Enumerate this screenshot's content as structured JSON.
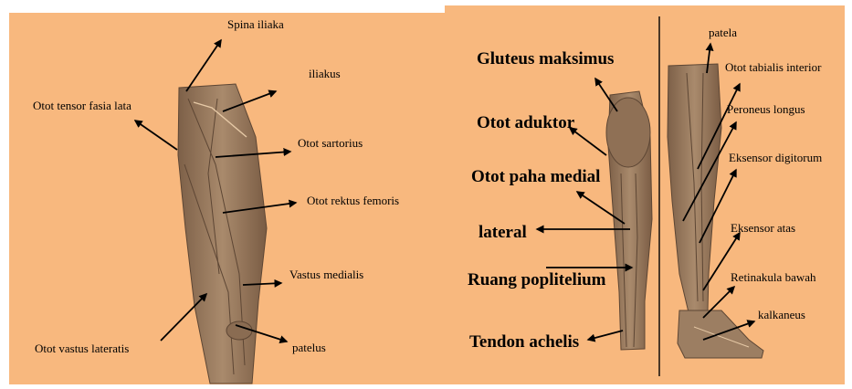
{
  "colors": {
    "background": "#f8b87e",
    "muscle": "#9a7a5e",
    "arrow": "#000000"
  },
  "left_panel": {
    "labels": {
      "spina_iliaka": "Spina iliaka",
      "iliakus": "iliakus",
      "tensor_fasia_lata": "Otot tensor fasia lata",
      "sartorius": "Otot sartorius",
      "rektus_femoris": "Otot rektus femoris",
      "vastus_medialis": "Vastus medialis",
      "vastus_lateratis": "Otot vastus lateratis",
      "patelus": "patelus"
    }
  },
  "center_panel": {
    "labels": {
      "gluteus": "Gluteus maksimus",
      "aduktor": "Otot aduktor",
      "paha_medial": "Otot paha medial",
      "lateral": "lateral",
      "ruang_poplitelium": "Ruang poplitelium",
      "tendon_achelis": "Tendon achelis"
    }
  },
  "right_panel": {
    "labels": {
      "patela": "patela",
      "tabialis": "Otot tabialis interior",
      "peroneus": "Peroneus longus",
      "eksensor_digitorum": "Eksensor digitorum",
      "eksensor_atas": "Eksensor atas",
      "retinakula": "Retinakula bawah",
      "kalkaneus": "kalkaneus"
    }
  }
}
